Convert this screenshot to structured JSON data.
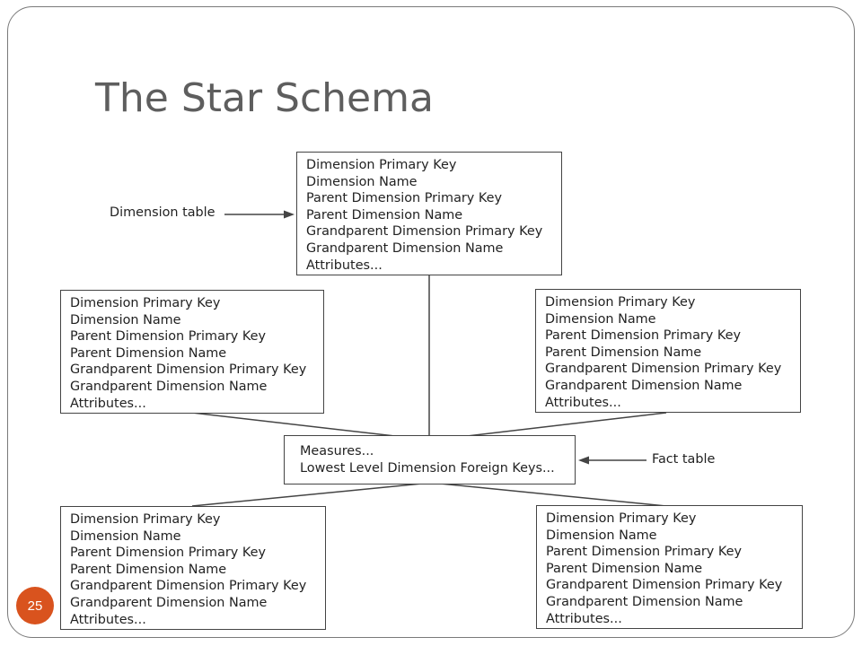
{
  "slide": {
    "title": "The Star Schema",
    "page_number": "25",
    "accent_color": "#d9531e"
  },
  "diagram": {
    "dimension_table_lines": [
      "Dimension Primary Key",
      "Dimension Name",
      "Parent Dimension Primary Key",
      "Parent Dimension Name",
      "Grandparent Dimension Primary Key",
      "Grandparent Dimension Name",
      "Attributes..."
    ],
    "fact_table_lines": [
      "Measures...",
      "Lowest Level Dimension Foreign Keys..."
    ],
    "callouts": {
      "dimension_table": "Dimension table",
      "fact_table": "Fact table"
    }
  }
}
